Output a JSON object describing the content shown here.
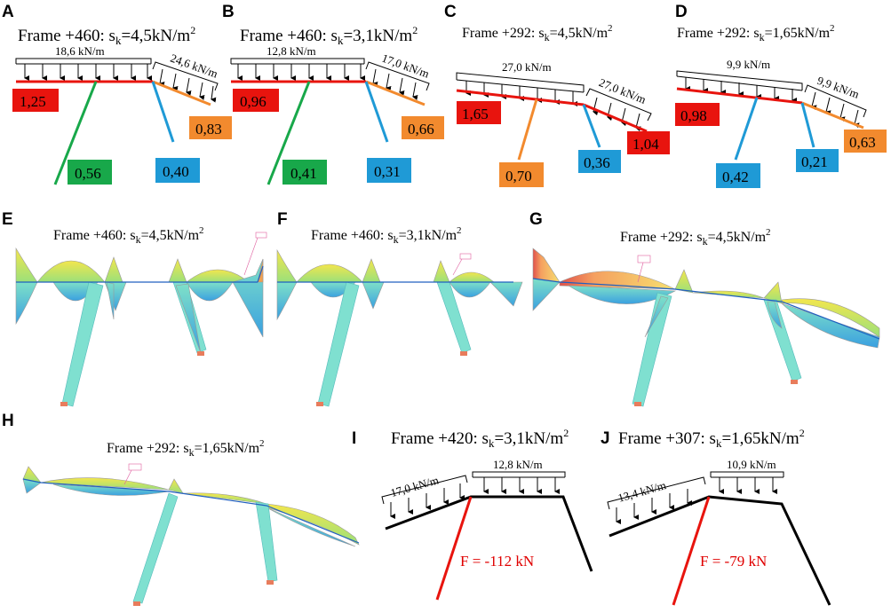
{
  "panels": {
    "A": {
      "label": "A",
      "title_main": "Frame +460: s",
      "title_sub": "k",
      "title_rest": "=4,5kN/m",
      "title_sup": "2",
      "loads": [
        "18,6 kN/m",
        "24,6 kN/m"
      ],
      "values": [
        "1,25",
        "0,83",
        "0,56",
        "0,40"
      ]
    },
    "B": {
      "label": "B",
      "title_main": "Frame +460: s",
      "title_sub": "k",
      "title_rest": "=3,1kN/m",
      "title_sup": "2",
      "loads": [
        "12,8 kN/m",
        "17,0 kN/m"
      ],
      "values": [
        "0,96",
        "0,66",
        "0,41",
        "0,31"
      ]
    },
    "C": {
      "label": "C",
      "title_main": "Frame +292: s",
      "title_sub": "k",
      "title_rest": "=4,5kN/m",
      "title_sup": "2",
      "loads": [
        "27,0 kN/m",
        "27,0 kN/m"
      ],
      "values": [
        "1,65",
        "1,04",
        "0,70",
        "0,36"
      ]
    },
    "D": {
      "label": "D",
      "title_main": "Frame +292: s",
      "title_sub": "k",
      "title_rest": "=1,65kN/m",
      "title_sup": "2",
      "loads": [
        "9,9 kN/m",
        "9,9 kN/m"
      ],
      "values": [
        "0,98",
        "0,63",
        "0,42",
        "0,21"
      ]
    },
    "E": {
      "label": "E",
      "title_main": "Frame +460: s",
      "title_sub": "k",
      "title_rest": "=4,5kN/m",
      "title_sup": "2"
    },
    "F": {
      "label": "F",
      "title_main": "Frame +460: s",
      "title_sub": "k",
      "title_rest": "=3,1kN/m",
      "title_sup": "2"
    },
    "G": {
      "label": "G",
      "title_main": "Frame +292: s",
      "title_sub": "k",
      "title_rest": "=4,5kN/m",
      "title_sup": "2"
    },
    "H": {
      "label": "H",
      "title_main": "Frame +292: s",
      "title_sub": "k",
      "title_rest": "=1,65kN/m",
      "title_sup": "2"
    },
    "I": {
      "label": "I",
      "title_main": "Frame +420: s",
      "title_sub": "k",
      "title_rest": "=3,1kN/m",
      "title_sup": "2",
      "loads": [
        "17,0 kN/m",
        "12,8 kN/m"
      ],
      "force": "F = -112 kN"
    },
    "J": {
      "label": "J",
      "title_main": "Frame +307: s",
      "title_sub": "k",
      "title_rest": "=1,65kN/m",
      "title_sup": "2",
      "loads": [
        "13,4 kN/m",
        "10,9 kN/m"
      ],
      "force": "F = -79 kN"
    }
  },
  "colors": {
    "red": "#e8140e",
    "orange": "#f28a2e",
    "green": "#18a84a",
    "blue": "#1f9ad6",
    "black": "#000000",
    "moment_pos": "#f5e04a",
    "moment_neg": "#4ab8e0",
    "diagram_member": "#7fe0d0"
  }
}
